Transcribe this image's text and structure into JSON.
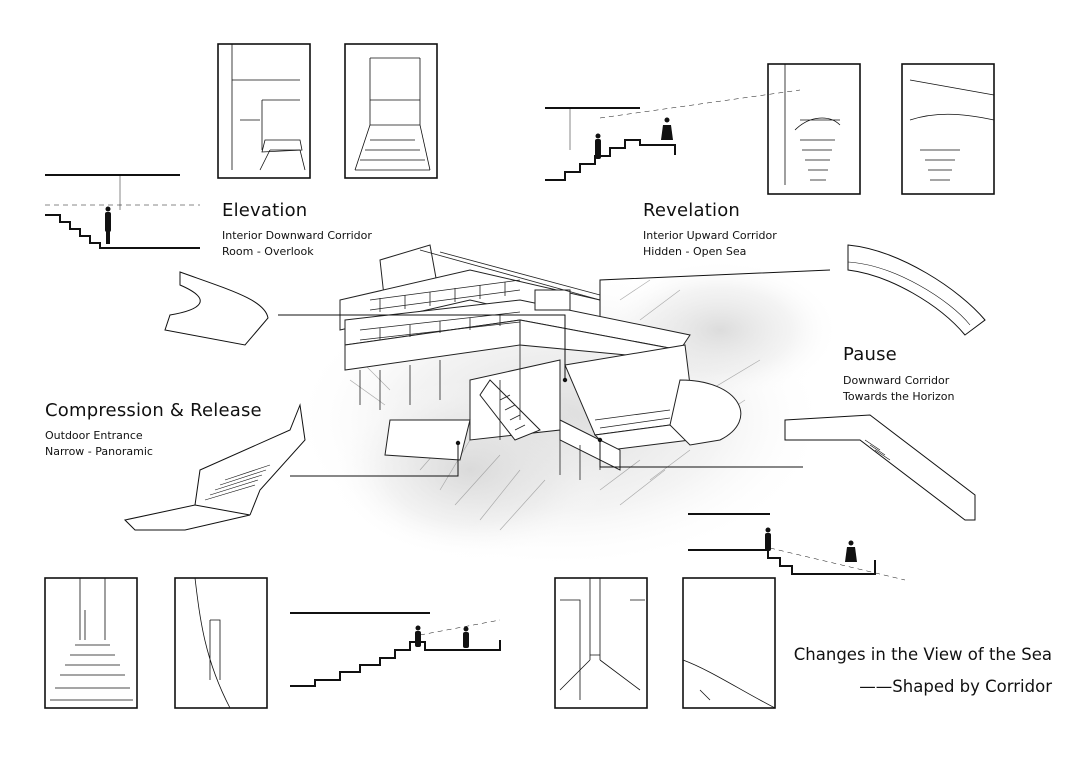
{
  "sections": {
    "elevation": {
      "title": "Elevation",
      "line1": "Interior Downward Corridor",
      "line2": "Room - Overlook"
    },
    "revelation": {
      "title": "Revelation",
      "line1": "Interior Upward Corridor",
      "line2": "Hidden - Open Sea"
    },
    "pause": {
      "title": "Pause",
      "line1": "Downward Corridor",
      "line2": "Towards the Horizon"
    },
    "compression": {
      "title": "Compression & Release",
      "line1": "Outdoor Entrance",
      "line2": "Narrow - Panoramic"
    }
  },
  "caption": {
    "line1": "Changes in the View of the Sea",
    "line2": "——Shaped by Corridor"
  },
  "colors": {
    "ink": "#111111",
    "background": "#ffffff",
    "foliage": "#c8c8c8"
  }
}
